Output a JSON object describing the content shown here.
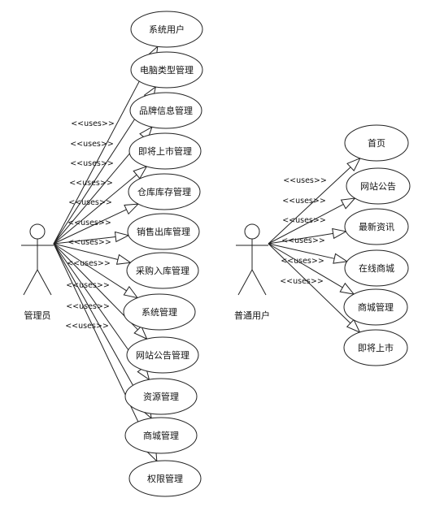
{
  "uses_label": "<<uses>>",
  "actors": [
    {
      "id": "admin",
      "label": "管理员",
      "use_cases": [
        {
          "label": "系统用户"
        },
        {
          "label": "电脑类型管理"
        },
        {
          "label": "品牌信息管理"
        },
        {
          "label": "即将上市管理"
        },
        {
          "label": "仓库库存管理"
        },
        {
          "label": "销售出库管理"
        },
        {
          "label": "采购入库管理"
        },
        {
          "label": "系统管理"
        },
        {
          "label": "网站公告管理"
        },
        {
          "label": "资源管理"
        },
        {
          "label": "商城管理"
        },
        {
          "label": "权限管理"
        }
      ],
      "uses_count": 11
    },
    {
      "id": "user",
      "label": "普通用户",
      "use_cases": [
        {
          "label": "首页"
        },
        {
          "label": "网站公告"
        },
        {
          "label": "最新资讯"
        },
        {
          "label": "在线商城"
        },
        {
          "label": "商城管理"
        },
        {
          "label": "即将上市"
        }
      ],
      "uses_count": 6
    }
  ]
}
